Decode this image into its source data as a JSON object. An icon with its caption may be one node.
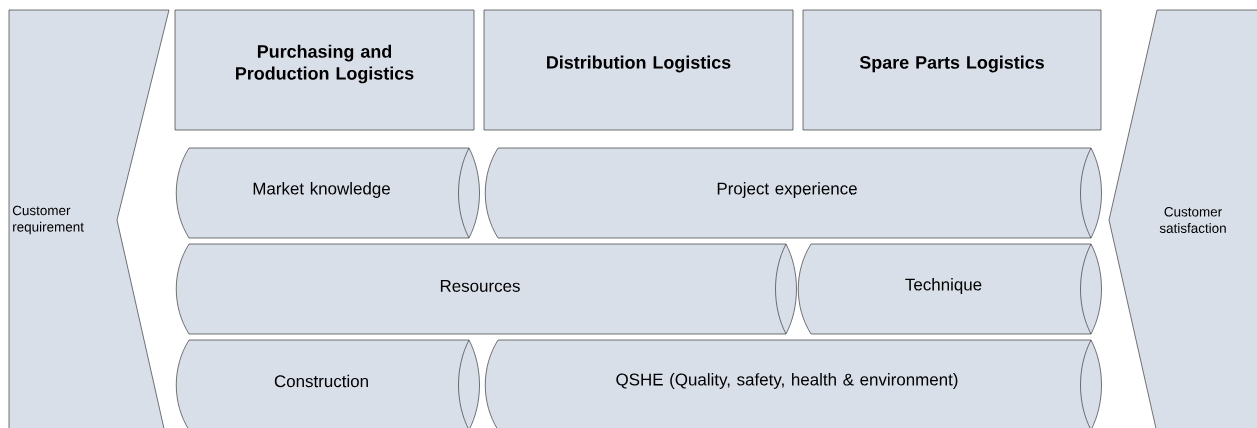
{
  "diagram": {
    "nodes": [
      {
        "text": [
          "Customer requirement"
        ]
      },
      {
        "text": [
          "Purchasing and Production Logistics"
        ]
      },
      {
        "text": [
          "Distribution Logistics"
        ]
      },
      {
        "text": [
          "Spare Parts Logistics"
        ]
      },
      {
        "text": [
          "Market knowledge"
        ]
      },
      {
        "text": [
          "Project experience"
        ]
      },
      {
        "text": [
          "Resources"
        ]
      },
      {
        "text": [
          "Technique"
        ]
      },
      {
        "text": [
          "Construction"
        ]
      },
      {
        "text": [
          "QSHE (Quality, safety, health & environment)"
        ]
      },
      {
        "text": [
          "Customer satisfaction"
        ]
      }
    ]
  }
}
